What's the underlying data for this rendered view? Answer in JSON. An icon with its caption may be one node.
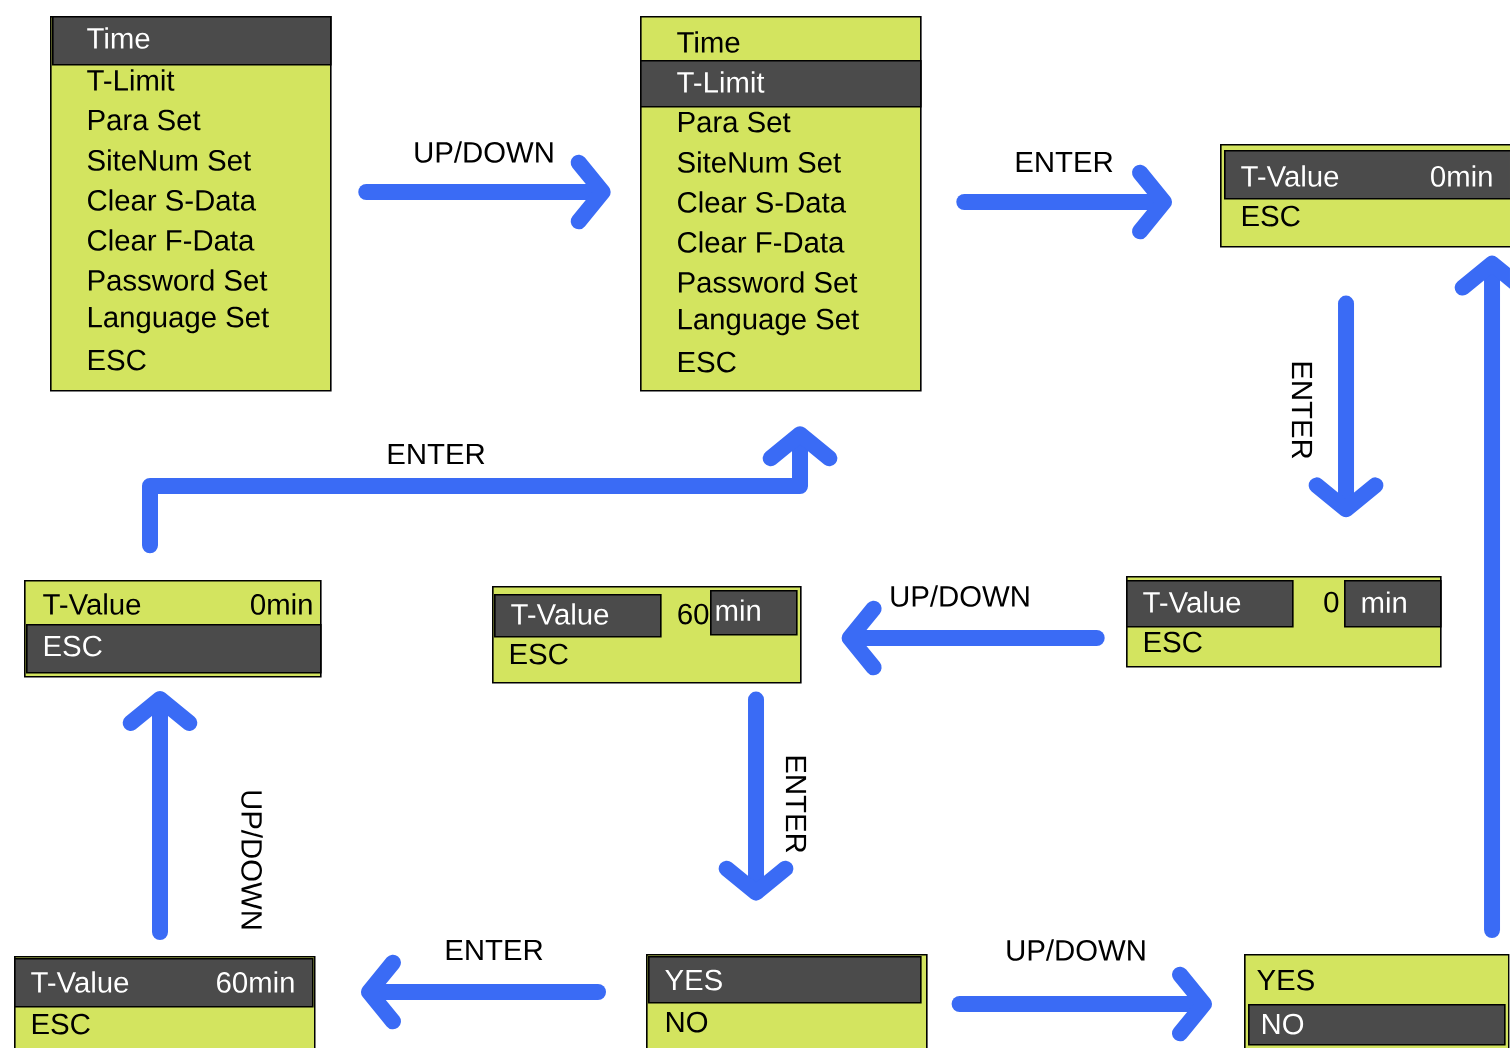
{
  "diagram": {
    "nodes": [
      {
        "text": [
          "T-Limit",
          "Para Set",
          "SiteNum Set",
          "Clear S-Data",
          "Clear F-Data",
          "Password Set",
          "Language Set",
          "ESC"
        ]
      },
      {
        "text": [
          "Time"
        ],
        "in": 0
      },
      {
        "text": [
          "Time",
          "Para Set",
          "SiteNum Set",
          "Clear S-Data",
          "Clear F-Data",
          "Password Set",
          "Language Set",
          "ESC"
        ]
      },
      {
        "text": [
          "T-Limit"
        ],
        "in": 2
      },
      {
        "text": [
          "ESC"
        ]
      },
      {
        "text": [
          "T-Value",
          "0min"
        ],
        "in": 4
      },
      {
        "text": [
          "0",
          "ESC"
        ]
      },
      {
        "text": [
          "T-Value"
        ],
        "in": 6
      },
      {
        "text": [
          "min"
        ],
        "in": 6
      },
      {
        "text": [
          "60",
          "ESC"
        ]
      },
      {
        "text": [
          "T-Value"
        ],
        "in": 9
      },
      {
        "text": [
          "min"
        ],
        "in": 9
      },
      {
        "text": [
          "T-Value",
          "0min"
        ]
      },
      {
        "text": [
          "ESC"
        ],
        "in": 12
      },
      {
        "text": [
          "ESC"
        ]
      },
      {
        "text": [
          "T-Value",
          "60min"
        ],
        "in": 14
      },
      {
        "text": [
          "NO"
        ]
      },
      {
        "text": [
          "YES"
        ],
        "in": 16
      },
      {
        "text": [
          "YES"
        ]
      },
      {
        "text": [
          "NO"
        ],
        "in": 18
      }
    ],
    "edges": [
      {
        "from": 0,
        "to": 2,
        "arrow": "to",
        "label": "UP/DOWN"
      },
      {
        "from": 2,
        "to": 4,
        "arrow": "to",
        "label": "ENTER"
      },
      {
        "from": 4,
        "to": 6,
        "arrow": "to",
        "label": "ENTER"
      },
      {
        "from": 6,
        "to": 9,
        "arrow": "to",
        "label": "UP/DOWN"
      },
      {
        "from": 9,
        "to": 16,
        "arrow": "to",
        "label": "ENTER"
      },
      {
        "from": 16,
        "to": 14,
        "arrow": "to",
        "label": "ENTER"
      },
      {
        "from": 14,
        "to": 12,
        "arrow": "to",
        "label": "UP/DOWN"
      },
      {
        "from": 12,
        "to": 2,
        "arrow": "to",
        "label": "ENTER"
      },
      {
        "from": 16,
        "to": 18,
        "arrow": "to",
        "label": "UP/DOWN"
      },
      {
        "from": 18,
        "to": 4,
        "arrow": "to"
      }
    ]
  }
}
